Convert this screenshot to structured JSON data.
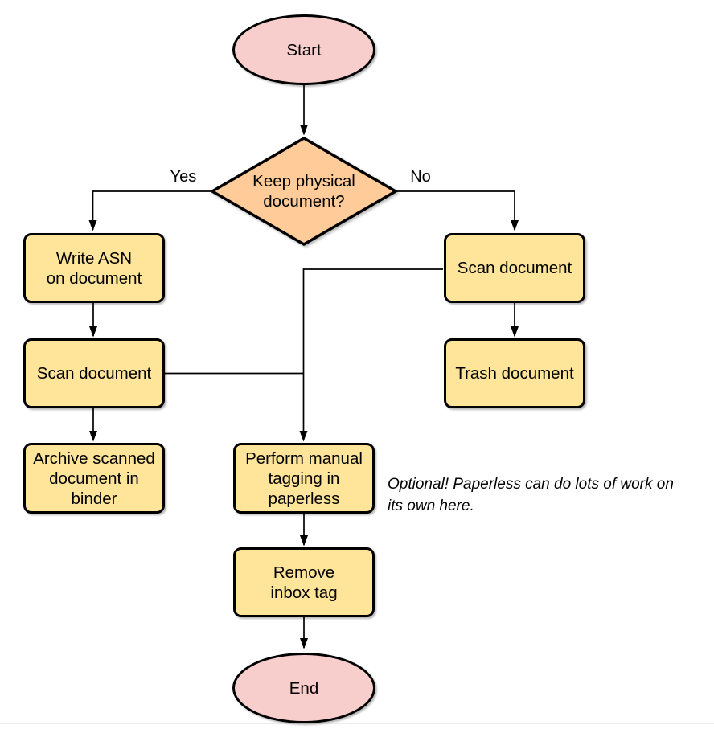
{
  "nodes": {
    "start": {
      "label": "Start",
      "type": "terminator"
    },
    "decision": {
      "label": "Keep physical\ndocument?",
      "type": "decision"
    },
    "write_asn": {
      "label": "Write ASN\non document",
      "type": "process"
    },
    "scan_left": {
      "label": "Scan document",
      "type": "process"
    },
    "archive": {
      "label": "Archive scanned\ndocument in\nbinder",
      "type": "process"
    },
    "scan_right": {
      "label": "Scan document",
      "type": "process"
    },
    "trash": {
      "label": "Trash document",
      "type": "process"
    },
    "tagging": {
      "label": "Perform manual\ntagging in\npaperless",
      "type": "process"
    },
    "remove_inbox": {
      "label": "Remove\ninbox tag",
      "type": "process"
    },
    "end": {
      "label": "End",
      "type": "terminator"
    }
  },
  "edge_labels": {
    "yes": "Yes",
    "no": "No"
  },
  "note": {
    "text": "Optional! Paperless can do lots of work on\nits own here."
  },
  "colors": {
    "terminator_fill": "#F8CECC",
    "decision_fill": "#FFCC99",
    "process_fill": "#FFE599",
    "stroke": "#000000"
  }
}
